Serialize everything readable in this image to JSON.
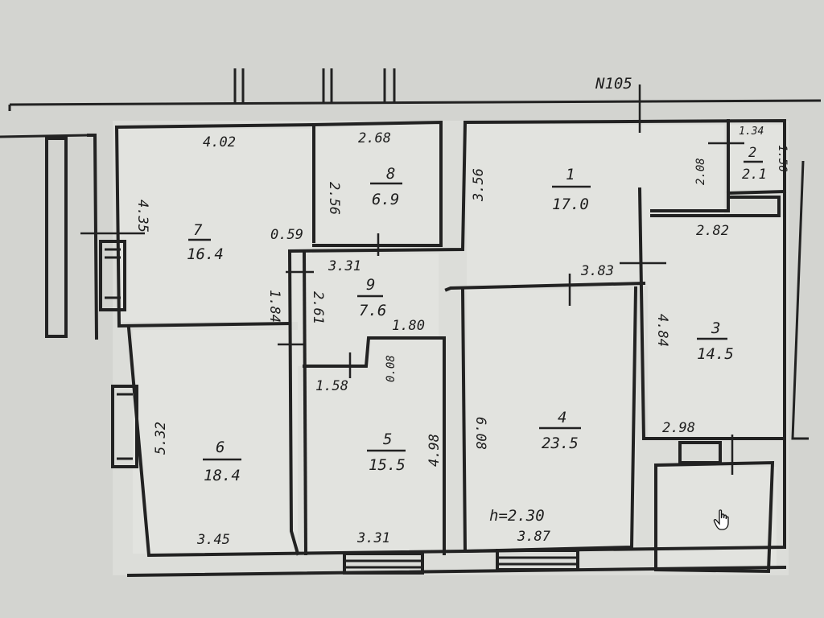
{
  "plan": {
    "header": "N105",
    "ceiling_height": "h=2.30",
    "rooms": [
      {
        "number": "1",
        "area": "17.0"
      },
      {
        "number": "2",
        "area": "2.1"
      },
      {
        "number": "3",
        "area": "14.5"
      },
      {
        "number": "4",
        "area": "23.5"
      },
      {
        "number": "5",
        "area": "15.5"
      },
      {
        "number": "6",
        "area": "18.4"
      },
      {
        "number": "7",
        "area": "16.4"
      },
      {
        "number": "8",
        "area": "6.9"
      },
      {
        "number": "9",
        "area": "7.6"
      }
    ],
    "dimensions": {
      "r7_top": "4.02",
      "r7_left": "4.35",
      "r7_door": "0.59",
      "r8_top": "2.68",
      "r8_left": "2.56",
      "r1_left": "3.56",
      "r2_left": "2.08",
      "r2_top": "1.34",
      "r2_right": "1.56",
      "r3_top": "2.82",
      "r3_left": "4.84",
      "r3_bottom": "2.98",
      "r9_top": "3.31",
      "r9_left": "1.84",
      "r9_inner": "2.61",
      "r9_right": "1.80",
      "r4_top": "3.83",
      "r4_left": "6.08",
      "r4_bottom": "3.87",
      "r5_corner": "1.58",
      "r5_notch": "0.08",
      "r5_right": "4.98",
      "r5_bottom": "3.31",
      "r6_left": "5.32",
      "r6_bottom": "3.45"
    }
  },
  "icons": {
    "cursor": "hand-pointer-icon"
  }
}
